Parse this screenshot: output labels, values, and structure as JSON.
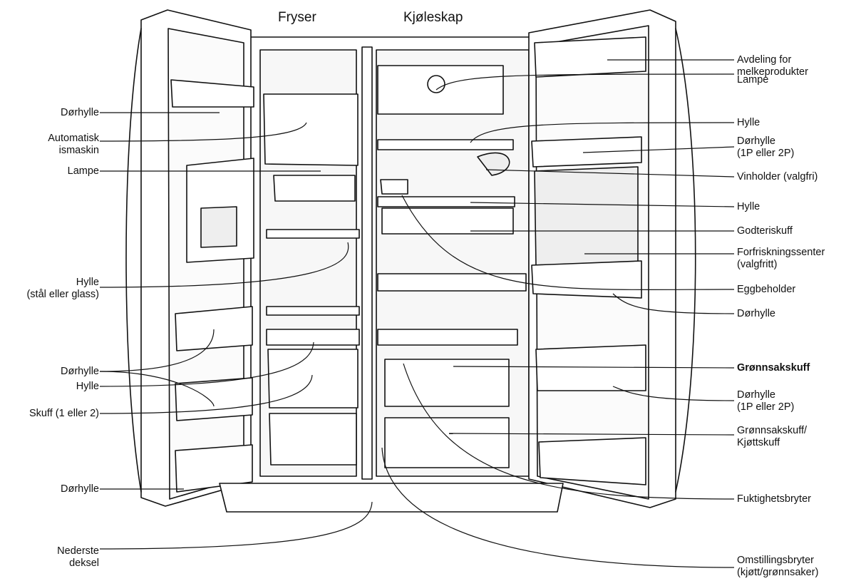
{
  "headings": {
    "freezer": "Fryser",
    "fridge": "Kjøleskap"
  },
  "left_labels": [
    [
      "Dørhylle"
    ],
    [
      "Automatisk",
      "ismaskin"
    ],
    [
      "Lampe"
    ],
    [
      "Hylle",
      "(stål eller glass)"
    ],
    [
      "Dørhylle"
    ],
    [
      "Hylle"
    ],
    [
      "Skuff (1 eller 2)"
    ],
    [
      "Dørhylle"
    ],
    [
      "Nederste",
      "deksel"
    ]
  ],
  "right_labels": [
    [
      "Avdeling for",
      "melkeprodukter"
    ],
    [
      "Lampe"
    ],
    [
      "Hylle"
    ],
    [
      "Dørhylle",
      "(1P eller 2P)"
    ],
    [
      "Vinholder (valgfri)"
    ],
    [
      "Hylle"
    ],
    [
      "Godteriskuff"
    ],
    [
      "Forfriskningssenter",
      "(valgfritt)"
    ],
    [
      "Eggbeholder"
    ],
    [
      "Dørhylle"
    ],
    [
      "Grønnsakskuff"
    ],
    [
      "Dørhylle",
      "(1P eller 2P)"
    ],
    [
      "Grønnsakskuff/",
      "Kjøttskuff"
    ],
    [
      "Fuktighetsbryter"
    ],
    [
      "Omstillingsbryter",
      "(kjøtt/grønnsaker)"
    ]
  ]
}
